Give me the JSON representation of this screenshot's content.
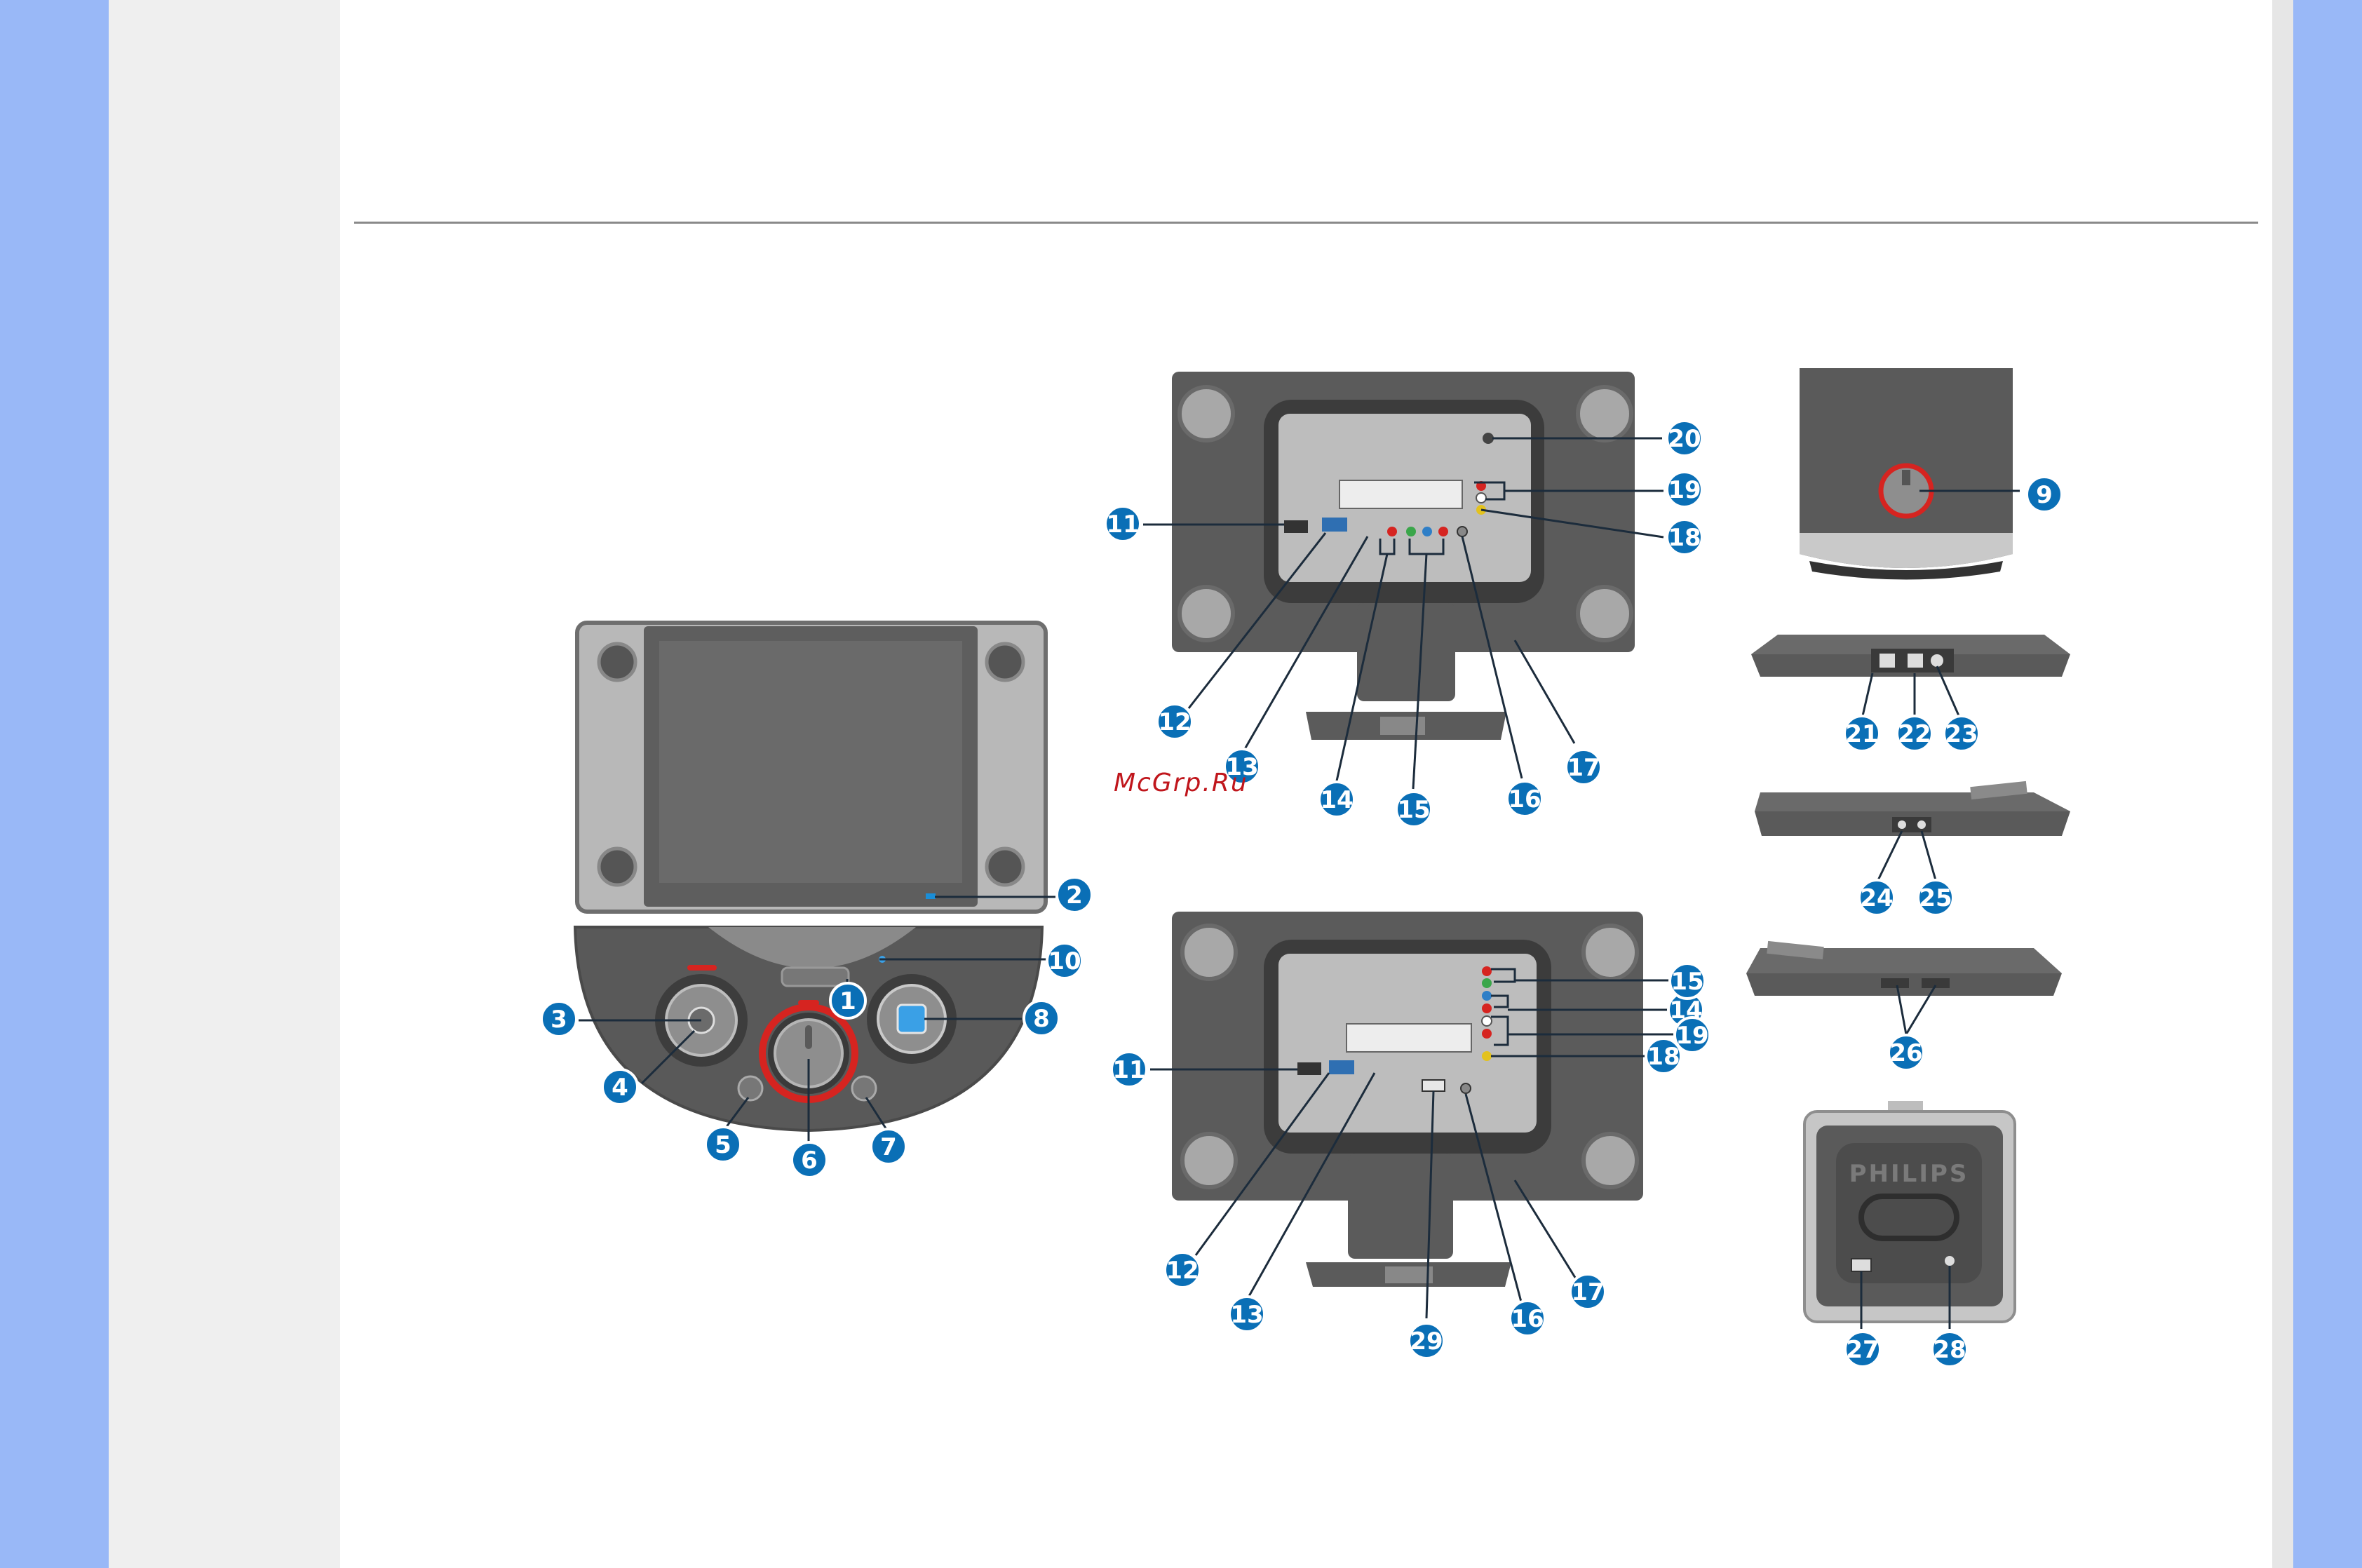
{
  "watermark": "McGrp.Ru",
  "brand": "PHILIPS",
  "callouts": [
    "1",
    "2",
    "3",
    "4",
    "5",
    "6",
    "7",
    "8",
    "9",
    "10",
    "11",
    "12",
    "13",
    "14",
    "15",
    "16",
    "17",
    "18",
    "19",
    "20",
    "21",
    "22",
    "23",
    "24",
    "25",
    "26",
    "27",
    "28",
    "29"
  ],
  "colors": {
    "page_band": "#99b8f7",
    "callout_badge": "#0a6fb6",
    "accent_red": "#d62420",
    "panel_dark": "#5a5a5a",
    "panel_light": "#bfbfbf",
    "jack_yellow": "#e3c21e",
    "jack_green": "#3aa64a",
    "jack_blue": "#2f7fc7"
  }
}
